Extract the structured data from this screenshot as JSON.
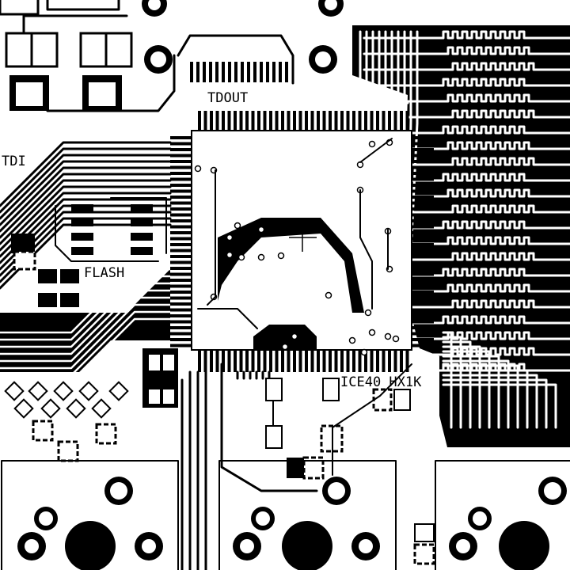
{
  "board": {
    "colors": {
      "copper": "#000000",
      "substrate": "#ffffff"
    },
    "labels": {
      "ic_name": "ICE40 HX1K",
      "flash": "FLASH",
      "tdi": "TDI",
      "top_label": "TDOUT"
    }
  }
}
